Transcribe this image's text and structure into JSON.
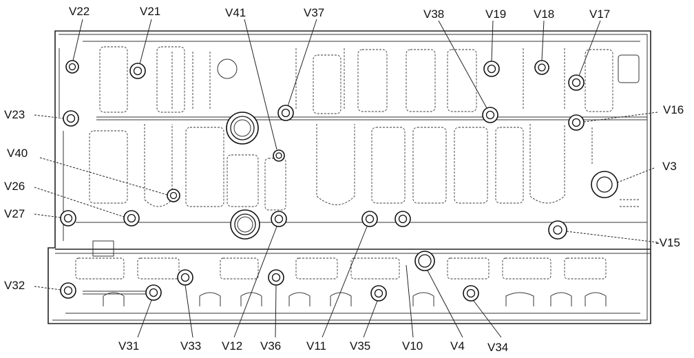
{
  "labels": {
    "V22": "V22",
    "V21": "V21",
    "V41": "V41",
    "V37": "V37",
    "V38": "V38",
    "V19": "V19",
    "V18": "V18",
    "V17": "V17",
    "V23": "V23",
    "V16": "V16",
    "V40": "V40",
    "V3": "V3",
    "V26": "V26",
    "V27": "V27",
    "V15": "-V15",
    "V32": "V32",
    "V31": "V31",
    "V33": "V33",
    "V12": "V12",
    "V36": "V36",
    "V11": "V11",
    "V35": "V35",
    "V10": "V10",
    "V4": "V4",
    "V34": "V34"
  }
}
